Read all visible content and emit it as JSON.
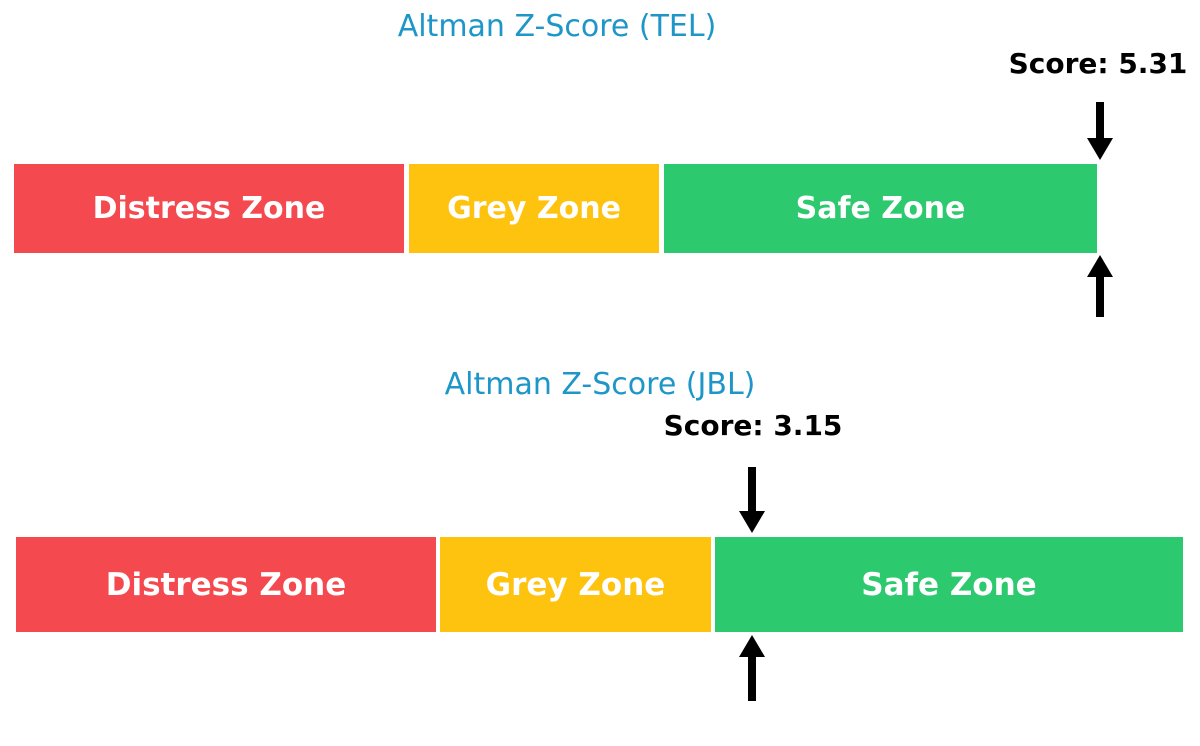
{
  "colors": {
    "background": "#FFFFFF",
    "title": "#1E96C8",
    "score_text": "#000000",
    "arrow": "#000000",
    "zone_label_text": "#FFFFFF",
    "distress": "#F4494E",
    "grey": "#FDC30F",
    "safe": "#2DC96F"
  },
  "icons": {
    "marker_above": "down-arrow-icon",
    "marker_below": "up-arrow-icon"
  },
  "chart_data": [
    {
      "type": "bar",
      "subtype": "horizontal-zone-gauge",
      "title": "Altman Z-Score (TEL)",
      "ticker": "TEL",
      "score": 5.31,
      "score_label": "Score: 5.31",
      "xlim": [
        0,
        5
      ],
      "grid": false,
      "legend": "none",
      "zones": [
        {
          "label": "Distress Zone",
          "from": 0,
          "to": 1.81,
          "color": "#F4494E"
        },
        {
          "label": "Grey Zone",
          "from": 1.81,
          "to": 2.99,
          "color": "#FDC30F"
        },
        {
          "label": "Safe Zone",
          "from": 2.99,
          "to": 5.0,
          "color": "#2DC96F"
        }
      ],
      "annotations": [
        "black down-arrow above bar and up-arrow below bar marking the score position, clamped to axis max 5.0"
      ]
    },
    {
      "type": "bar",
      "subtype": "horizontal-zone-gauge",
      "title": "Altman Z-Score (JBL)",
      "ticker": "JBL",
      "score": 3.15,
      "score_label": "Score: 3.15",
      "xlim": [
        0,
        5
      ],
      "grid": false,
      "legend": "none",
      "zones": [
        {
          "label": "Distress Zone",
          "from": 0,
          "to": 1.81,
          "color": "#F4494E"
        },
        {
          "label": "Grey Zone",
          "from": 1.81,
          "to": 2.99,
          "color": "#FDC30F"
        },
        {
          "label": "Safe Zone",
          "from": 2.99,
          "to": 5.0,
          "color": "#2DC96F"
        }
      ],
      "annotations": [
        "black down-arrow above bar and up-arrow below bar marking the score position at 3.15"
      ]
    }
  ]
}
